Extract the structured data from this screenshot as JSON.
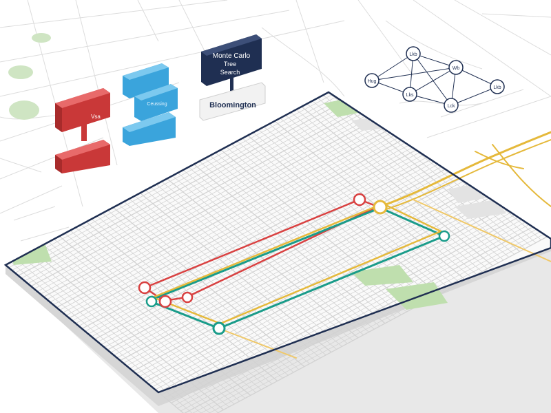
{
  "signs": {
    "title_lines": [
      "Monte Carlo",
      "Tree",
      "Search"
    ],
    "city_label": "Bloomington",
    "red_label": "Vsa",
    "blue_label": "Ceussing"
  },
  "graph": {
    "nodes": [
      "Lkb",
      "Wb",
      "Hug",
      "Lks",
      "Lkb",
      "Lck"
    ]
  },
  "colors": {
    "route_red": "#d94141",
    "route_teal": "#1a9c8a",
    "route_yellow": "#e5b93b",
    "frame": "#1f2f52",
    "park": "#b8dca5"
  }
}
